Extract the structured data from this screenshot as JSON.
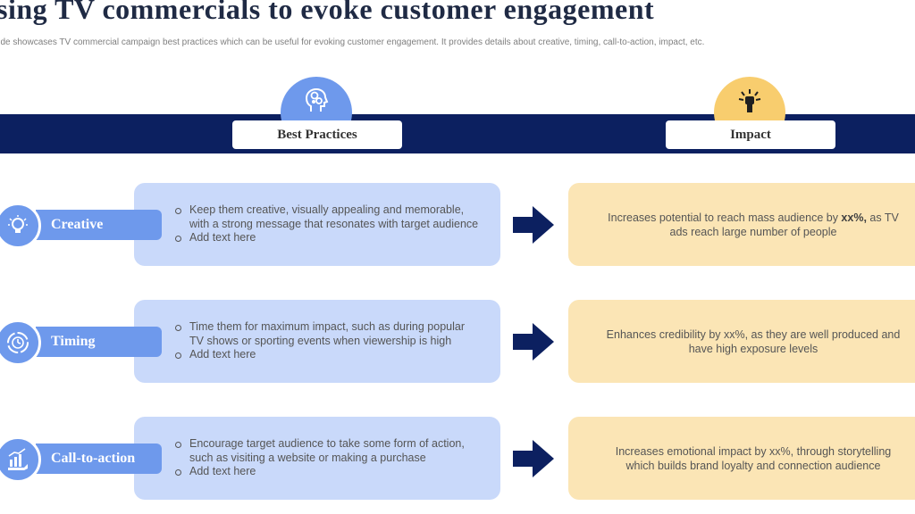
{
  "header": {
    "title": "sing TV commercials to evoke customer engagement",
    "subtitle": "lide showcases TV commercial campaign best practices which can be useful for evoking customer engagement. It provides details about creative, timing, call-to-action, impact, etc."
  },
  "columns": {
    "best_practices": {
      "label": "Best Practices",
      "icon": "head-gears-icon"
    },
    "impact": {
      "label": "Impact",
      "icon": "raised-fist-icon"
    }
  },
  "colors": {
    "navy": "#0c2060",
    "blue": "#6e99ec",
    "light_blue": "#c9d9fa",
    "yellow": "#f8cd6e",
    "light_yellow": "#fbe5b5"
  },
  "rows": [
    {
      "label": "Creative",
      "icon": "lightbulb-icon",
      "bullets": [
        "Keep them creative, visually appealing and memorable, with a strong message that resonates with target audience",
        "Add text here"
      ],
      "impact_prefix": "Increases potential to reach mass audience by ",
      "impact_bold": "xx%,",
      "impact_suffix": " as TV ads reach large number of people"
    },
    {
      "label": "Timing",
      "icon": "clock-cycle-icon",
      "bullets": [
        "Time them for maximum impact, such as during popular TV shows or sporting events when viewership is high",
        "Add text here"
      ],
      "impact_prefix": "Enhances credibility by xx%, as they are well produced and have high exposure levels",
      "impact_bold": "",
      "impact_suffix": ""
    },
    {
      "label": "Call-to-action",
      "icon": "hand-growth-chart-icon",
      "bullets": [
        "Encourage target audience to take some form of action, such as visiting a website or making a purchase",
        "Add text here"
      ],
      "impact_prefix": "Increases emotional impact by xx%, through storytelling which builds brand loyalty and connection audience",
      "impact_bold": "",
      "impact_suffix": ""
    }
  ]
}
